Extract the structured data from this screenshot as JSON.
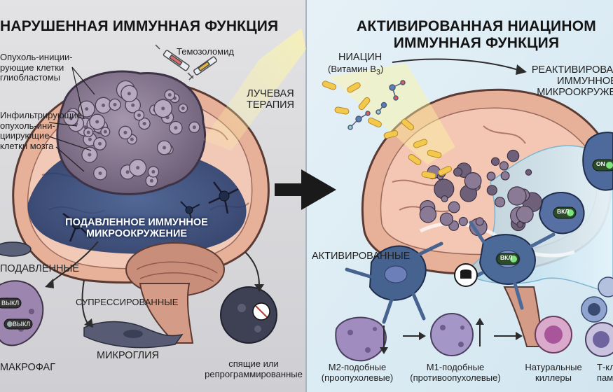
{
  "left": {
    "title": "НАРУШЕННАЯ ИММУННАЯ ФУНКЦИЯ",
    "stem_cells_label": [
      "Опухоль-иниции-",
      "рующие клетки",
      "глиобластомы"
    ],
    "glioma_label": [
      "Инфильтрирующие",
      "опухоль-ини-",
      "циирующие",
      "клетки мозга"
    ],
    "drug_label": "Темозоломид",
    "radiation_label": [
      "ЛУЧЕВАЯ",
      "ТЕРАПИЯ"
    ],
    "suppressed_env_label": [
      "ПОДАВЛЕННОЕ ИММУННОЕ",
      "МИКРООКРУЖЕНИЕ"
    ],
    "left_cells_label": "ПОДАВЛЕННЫЕ",
    "suppressed_label": "СУПРЕССИРОВАННЫЕ",
    "microglia_label": "МИКРОГЛИЯ",
    "macrophage_label": "МАКРОФАГ",
    "dormant_label": [
      "спящие или",
      "репрограммированные"
    ],
    "off_badge": "ВЫКЛ"
  },
  "right": {
    "title": [
      "АКТИВИРОВАННАЯ НИАЦИНОМ",
      "ИММУННАЯ ФУНКЦИЯ"
    ],
    "niacin_label": "НИАЦИН",
    "vitamin_label": "(Витамин B",
    "vitamin_sub": "3",
    "vitamin_close": ")",
    "reactivated_label": [
      "РЕАКТИВИРОВАННОЕ",
      "ИММУННОЕ",
      "МИКРООКРУЖЕНИЕ"
    ],
    "activated_label": "АКТИВИРОВАННЫЕ",
    "m2_label": [
      "M2-подобные",
      "(проопухолевые)"
    ],
    "m1_label": [
      "M1-подобные",
      "(противоопухолевые)"
    ],
    "nk_label": [
      "Натуральные",
      "киллеры"
    ],
    "t_label": [
      "Т-клетки",
      "памяти"
    ],
    "on_badge": "ВКЛ",
    "on_badge_en": "ON"
  },
  "colors": {
    "left_bg": "#d9d9dc",
    "right_bg": "#dcebf3",
    "tumor": "#8c7c95",
    "suppressed_zone": "#2f4f86",
    "brain_tissue": "#e9b39c",
    "niacin": "#f2c94c",
    "activated_cell": "#46628f",
    "activation_wave": "#bfe0ee"
  }
}
